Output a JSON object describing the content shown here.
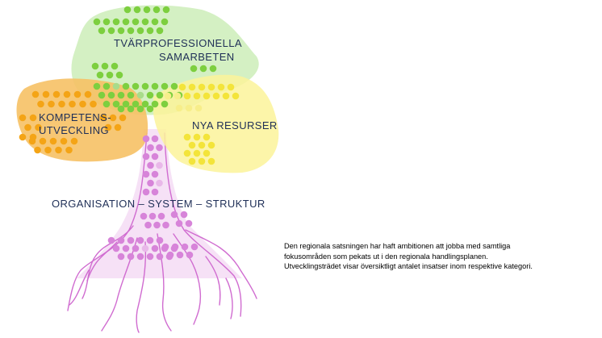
{
  "categories": [
    {
      "key": "tvarpro",
      "label_lines": [
        "TVÄRPROFESSIONELLA",
        "SAMARBETEN"
      ],
      "color": "#7dcf3f",
      "light": "#a8dc8a",
      "fill": "#cfeebd"
    },
    {
      "key": "kompetens",
      "label_lines": [
        "KOMPETENS-",
        "UTVECKLING"
      ],
      "color": "#f4a416",
      "light": "#f6c26b",
      "fill": "#f6c165"
    },
    {
      "key": "nya",
      "label_lines": [
        "NYA RESURSER"
      ],
      "color": "#f3e43a",
      "light": "#f7ee8a",
      "fill": "#fbf39a"
    },
    {
      "key": "org",
      "label_lines": [
        "ORGANISATION – SYSTEM – STRUKTUR"
      ],
      "color": "#d784d9",
      "light": "#e9b8e9",
      "fill": "#f3d7f3"
    }
  ],
  "description": [
    "Den regionala satsningen har haft ambitionen att jobba med samtliga",
    "fokusområden som pekats ut i den regionala handlingsplanen.",
    "Utvecklingsträdet visar översiktligt antalet insatser inom respektive kategori."
  ]
}
